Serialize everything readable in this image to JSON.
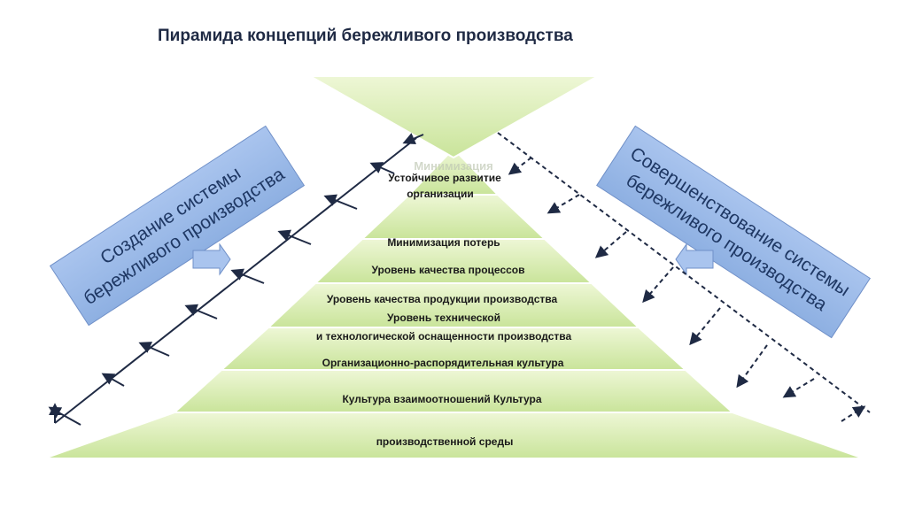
{
  "title": "Пирамида концепций бережливого производства",
  "left_box": {
    "line1": "Создание системы",
    "line2": "бережливого производства"
  },
  "right_box": {
    "line1": "Совершенствование системы",
    "line2": "бережливого производства"
  },
  "top_triangle_label": "Минимизация",
  "levels": [
    "Устойчивое развитие",
    "организации",
    "Минимизация потерь",
    "Уровень качества процессов",
    "Уровень качества продукции производства",
    "Уровень технической",
    "и технологической оснащенности производства",
    "Организационно-распорядительная  культура",
    "Культура взаимоотношений Культура",
    "производственной среды"
  ],
  "colors": {
    "band_fill_top": "#eef7d6",
    "band_fill_bottom": "#c9e49a",
    "band_stroke": "#ffffff",
    "box_fill": "#9ab8e6",
    "box_stroke": "#7090c8",
    "box_text": "#1f3864",
    "arrow": "#1f2a44"
  }
}
